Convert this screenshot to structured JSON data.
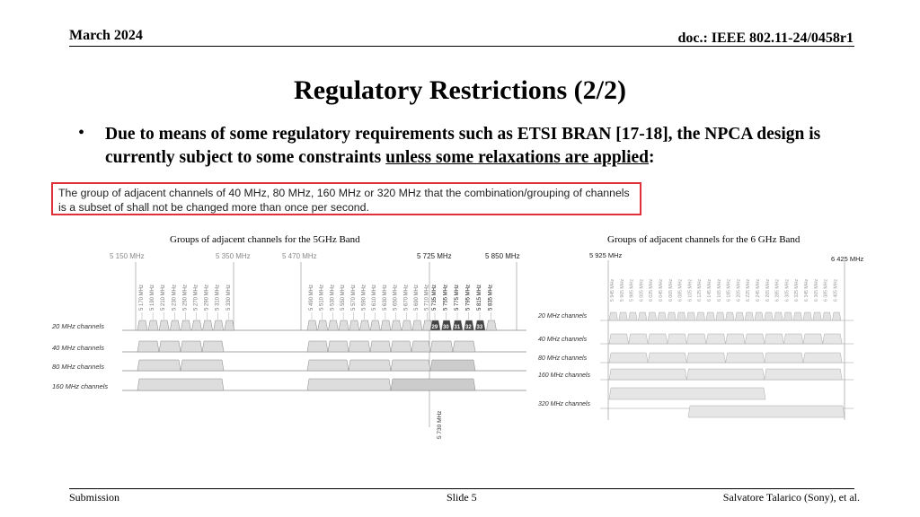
{
  "header": {
    "date": "March 2024",
    "doc": "doc.: IEEE 802.11-24/0458r1"
  },
  "title": "Regulatory Restrictions (2/2)",
  "bullet": {
    "text_before": "Due to means of some regulatory requirements such as ETSI BRAN [17-18], the NPCA design is currently subject to some constraints ",
    "text_underlined": "unless some relaxations are applied",
    "text_after": ":"
  },
  "quote": "The group of adjacent channels of 40 MHz, 80 MHz, 160 MHz or 320 MHz that the combination/grouping of channels is a subset of shall not be changed more than once per second.",
  "fig5": {
    "caption": "Groups of adjacent channels for the 5GHz Band",
    "freq_top": [
      "5 150 MHz",
      "5 350 MHz",
      "5 470 MHz",
      "5 725 MHz",
      "5 850 MHz"
    ],
    "freq_bottom": "5 730 MHz",
    "row_labels": [
      "20 MHz channels",
      "40 MHz channels",
      "80 MHz channels",
      "160 MHz channels"
    ],
    "freqs_low": [
      "5 170 MHz",
      "5 190 MHz",
      "5 210 MHz",
      "5 230 MHz",
      "5 250 MHz",
      "5 270 MHz",
      "5 290 MHz",
      "5 310 MHz",
      "5 330 MHz"
    ],
    "freqs_mid": [
      "5 490 MHz",
      "5 510 MHz",
      "5 530 MHz",
      "5 550 MHz",
      "5 570 MHz",
      "5 590 MHz",
      "5 610 MHz",
      "5 630 MHz",
      "5 650 MHz",
      "5 670 MHz",
      "5 690 MHz",
      "5 710 MHz"
    ],
    "freqs_high": [
      "5 735 MHz",
      "5 755 MHz",
      "5 775 MHz",
      "5 795 MHz",
      "5 815 MHz",
      "5 835 MHz"
    ],
    "dark_channels": [
      "29",
      "30",
      "31",
      "32",
      "33"
    ]
  },
  "fig6": {
    "caption": "Groups of adjacent channels for the 6 GHz Band",
    "freq_top": [
      "5 925 MHz",
      "6 425 MHz"
    ],
    "row_labels": [
      "20 MHz channels",
      "40 MHz channels",
      "80 MHz channels",
      "160 MHz channels",
      "320 MHz channels"
    ],
    "freqs": [
      "5 945 MHz",
      "5 965 MHz",
      "5 985 MHz",
      "6 005 MHz",
      "6 025 MHz",
      "6 045 MHz",
      "6 065 MHz",
      "6 085 MHz",
      "6 105 MHz",
      "6 125 MHz",
      "6 145 MHz",
      "6 165 MHz",
      "6 185 MHz",
      "6 205 MHz",
      "6 225 MHz",
      "6 245 MHz",
      "6 265 MHz",
      "6 285 MHz",
      "6 305 MHz",
      "6 325 MHz",
      "6 345 MHz",
      "6 365 MHz",
      "6 385 MHz",
      "6 405 MHz"
    ]
  },
  "footer": {
    "left": "Submission",
    "center": "Slide 5",
    "right": "Salvatore Talarico (Sony), et al."
  }
}
